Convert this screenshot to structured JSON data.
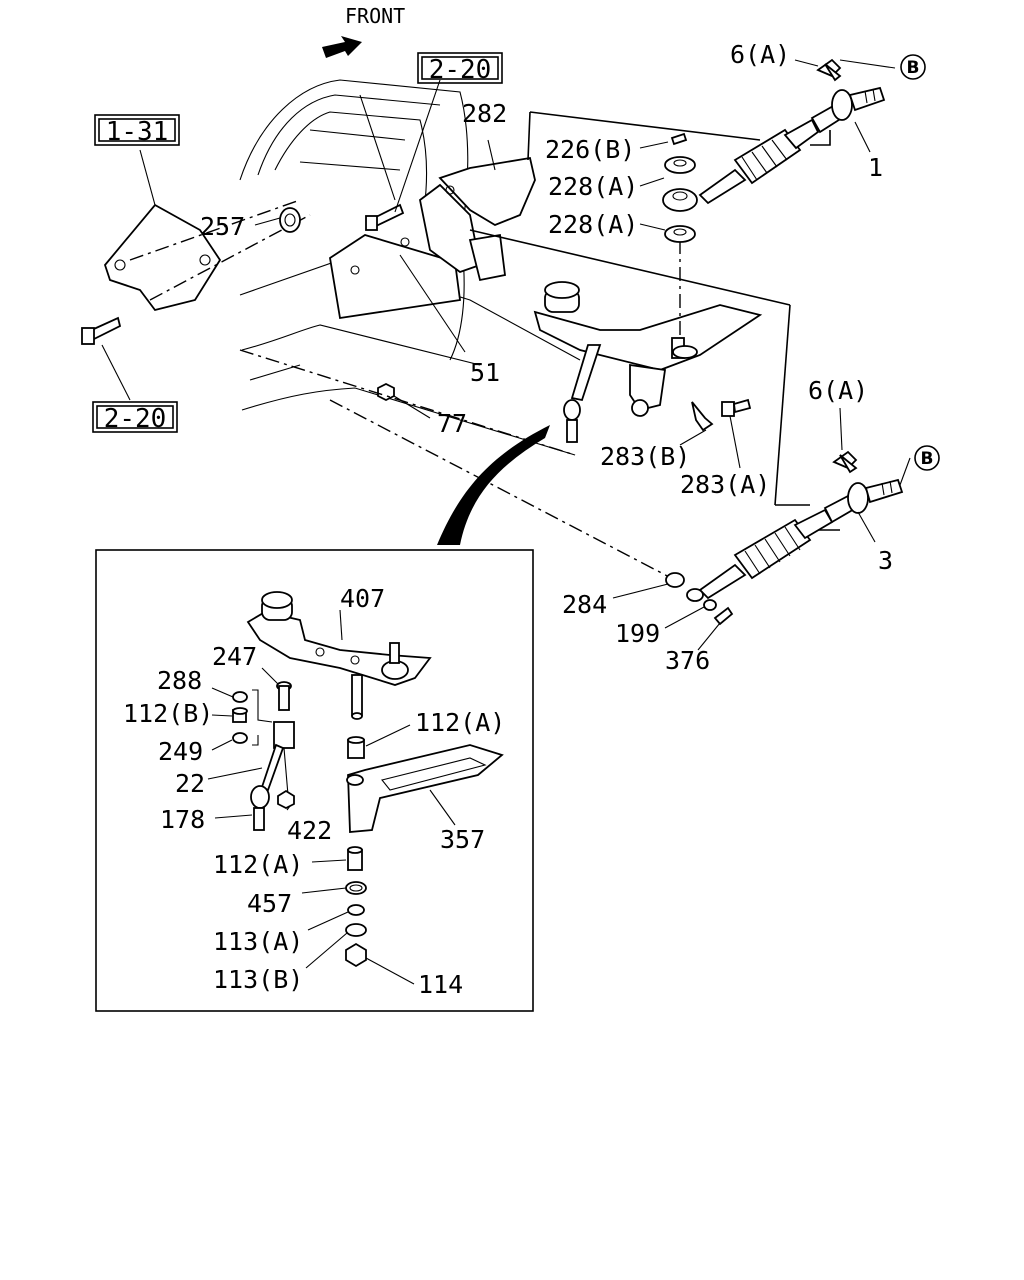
{
  "header": {
    "front_label": "FRONT"
  },
  "ref_boxes": {
    "box_1_31": "1-31",
    "box_2_20_top": "2-20",
    "box_2_20_bottom": "2-20"
  },
  "callouts": {
    "circle_b_top": "B",
    "circle_b_bottom": "B"
  },
  "labels": {
    "p6a_top": "6(A)",
    "p1": "1",
    "p282": "282",
    "p226b": "226(B)",
    "p228a_1": "228(A)",
    "p228a_2": "228(A)",
    "p257": "257",
    "p51": "51",
    "p77": "77",
    "p283b": "283(B)",
    "p283a": "283(A)",
    "p6a_bottom": "6(A)",
    "p3": "3",
    "p284": "284",
    "p199": "199",
    "p376": "376"
  },
  "inset_labels": {
    "p407": "407",
    "p247": "247",
    "p288": "288",
    "p112b": "112(B)",
    "p249": "249",
    "p22": "22",
    "p178": "178",
    "p422": "422",
    "p112a_1": "112(A)",
    "p357": "357",
    "p112a_2": "112(A)",
    "p457": "457",
    "p113a": "113(A)",
    "p113b": "113(B)",
    "p114": "114"
  }
}
